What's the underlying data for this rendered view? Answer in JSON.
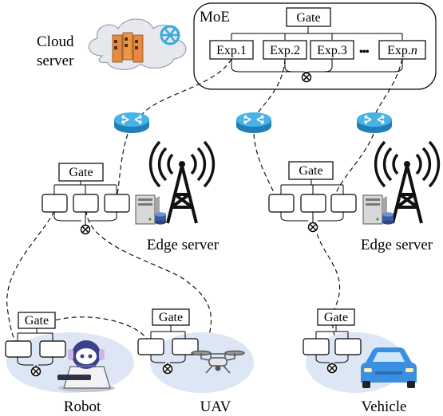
{
  "cloud": {
    "label_line1": "Cloud",
    "label_line2": "server",
    "moe_label": "MoE",
    "gate_label": "Gate",
    "experts": [
      "Exp.1",
      "Exp.2",
      "Exp.3"
    ],
    "ellipsis": "•••",
    "expert_n_prefix": "Exp.",
    "expert_n_var": "n"
  },
  "edge_left": {
    "gate_label": "Gate",
    "server_label": "Edge server"
  },
  "edge_right": {
    "gate_label": "Gate",
    "server_label": "Edge server"
  },
  "devices": [
    {
      "name": "robot",
      "gate_label": "Gate",
      "label": "Robot"
    },
    {
      "name": "uav",
      "gate_label": "Gate",
      "label": "UAV"
    },
    {
      "name": "vehicle",
      "gate_label": "Gate",
      "label": "Vehicle"
    }
  ],
  "icons": [
    "cloud-server-icon",
    "openai-logo-icon",
    "router-icon",
    "radio-tower-icon",
    "server-icon",
    "robot-icon",
    "drone-icon",
    "car-icon",
    "aggregator-icon"
  ],
  "colors": {
    "device_ellipse": "#dce6f4",
    "router": "#3aa5db",
    "server_rack": "#e88a3c",
    "car": "#3a8fe0",
    "robot_head": "#3c3f8a"
  }
}
